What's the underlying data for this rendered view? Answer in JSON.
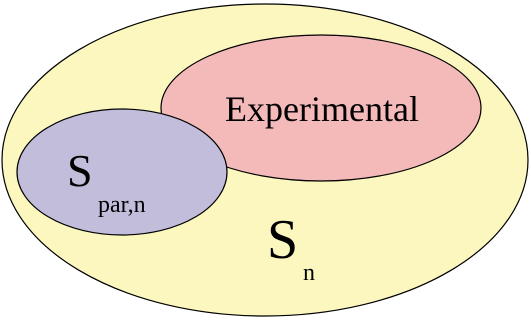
{
  "diagram": {
    "regions": [
      {
        "id": "outer",
        "symbol": "S",
        "subscript": "n",
        "fill": "#fbf7bf",
        "stroke": "#000000"
      },
      {
        "id": "experimental",
        "label": "Experimental",
        "fill": "#f4b9b9",
        "stroke": "#000000"
      },
      {
        "id": "par",
        "symbol": "S",
        "subscript": "par,n",
        "fill": "#c2bddb",
        "stroke": "#000000"
      }
    ]
  }
}
